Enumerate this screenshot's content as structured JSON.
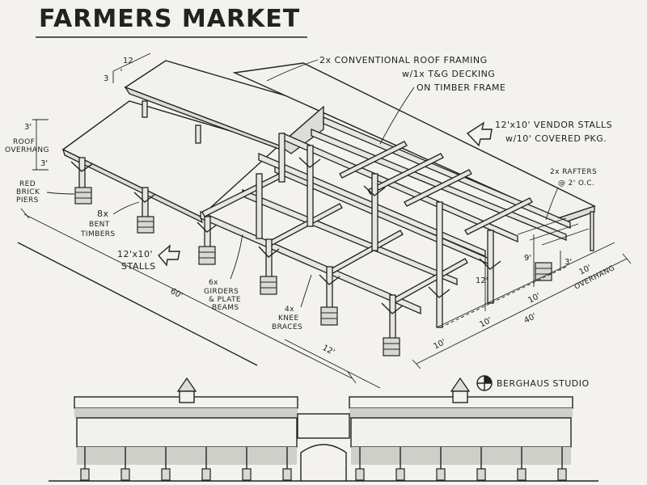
{
  "title": "FARMERS MARKET",
  "studio": "BERGHAUS STUDIO",
  "roof_slope": {
    "rise": "3",
    "run": "12"
  },
  "annotations": {
    "roof_framing_1": "2x CONVENTIONAL ROOF FRAMING",
    "roof_framing_2": "w/1x T&G DECKING",
    "roof_framing_3": "ON TIMBER FRAME",
    "vendor_stalls_1": "12'x10' VENDOR STALLS",
    "vendor_stalls_2": "w/10' COVERED PKG.",
    "rafters_1": "2x RAFTERS",
    "rafters_2": "@ 2' O.C.",
    "roof_overhang_1": "ROOF",
    "roof_overhang_2": "OVERHANG",
    "piers_1": "RED",
    "piers_2": "BRICK",
    "piers_3": "PIERS",
    "bent_1": "8x",
    "bent_2": "BENT",
    "bent_3": "TIMBERS",
    "stalls_1": "12'x10'",
    "stalls_2": "STALLS",
    "girders_1": "6x",
    "girders_2": "GIRDERS",
    "girders_3": "& PLATE",
    "girders_4": "BEAMS",
    "knee_1": "4x",
    "knee_2": "KNEE",
    "knee_3": "BRACES",
    "overhang_label": "OVERHANG"
  },
  "dimensions": {
    "overhang_top": "3'",
    "overhang_bottom": "3'",
    "length": "60'",
    "bay_width": "12'",
    "depth_1": "10'",
    "depth_2": "10'",
    "depth_3": "10'",
    "depth_4": "10'",
    "depth_total": "40'",
    "height_12": "12'",
    "height_9": "9'",
    "height_3": "3'"
  }
}
